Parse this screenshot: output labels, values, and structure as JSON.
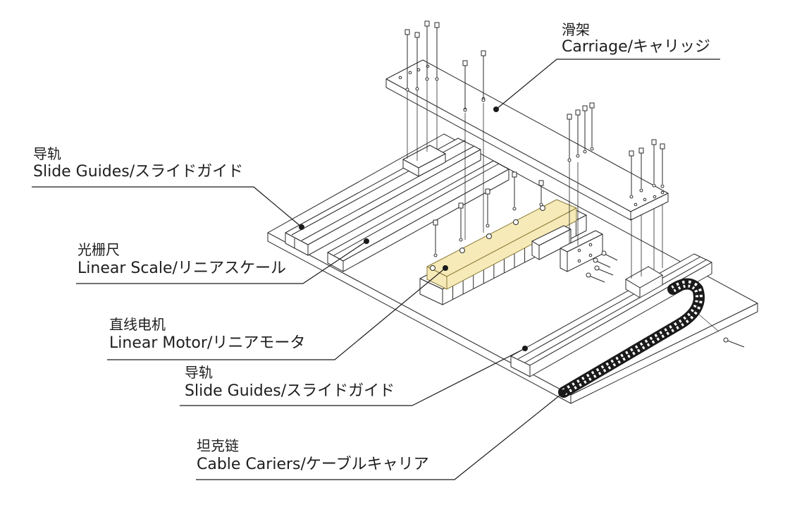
{
  "colors": {
    "line": "#2a2a2a",
    "motor_highlight": "#f6eab8",
    "motor_highlight_edge": "#8a7a38",
    "paper": "#ffffff"
  },
  "labels": {
    "carriage": {
      "zh": "滑架",
      "en": "Carriage/キャリッジ"
    },
    "slide_guides_1": {
      "zh": "导轨",
      "en": "Slide Guides/スライドガイド"
    },
    "linear_scale": {
      "zh": "光栅尺",
      "en": "Linear Scale/リニアスケール"
    },
    "linear_motor": {
      "zh": "直线电机",
      "en": "Linear Motor/リニアモータ"
    },
    "slide_guides_2": {
      "zh": "导轨",
      "en": "Slide Guides/スライドガイド"
    },
    "cable_carriers": {
      "zh": "坦克链",
      "en": "Cable Cariers/ケーブルキャリア"
    }
  }
}
